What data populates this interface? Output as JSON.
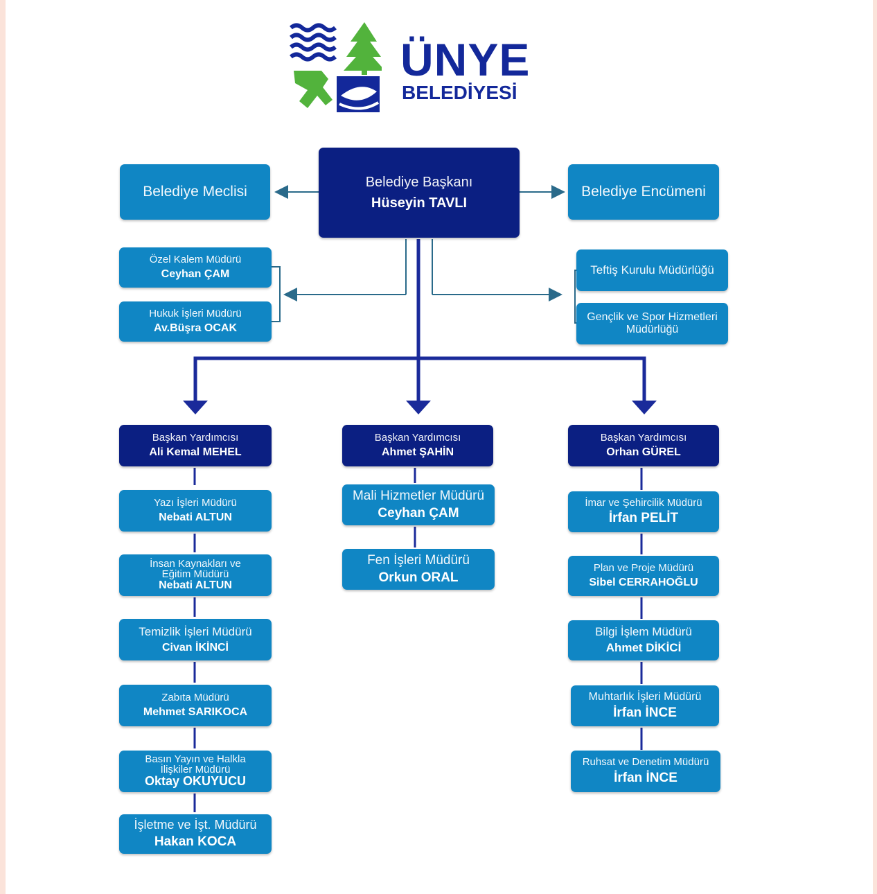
{
  "logo": {
    "name": "ÜNYE",
    "subtitle": "BELEDİYESİ"
  },
  "top": {
    "council": "Belediye Meclisi",
    "committee": "Belediye Encümeni",
    "mayor": {
      "title": "Belediye Başkanı",
      "name": "Hüseyin TAVLI"
    }
  },
  "staff_left": [
    {
      "title": "Özel Kalem Müdürü",
      "name": "Ceyhan ÇAM"
    },
    {
      "title": "Hukuk İşleri Müdürü",
      "name": "Av.Büşra OCAK"
    }
  ],
  "staff_right": [
    {
      "title": "Teftiş Kurulu Müdürlüğü"
    },
    {
      "title": "Gençlik ve Spor Hizmetleri Müdürlüğü"
    }
  ],
  "columns": [
    {
      "head": {
        "title": "Başkan Yardımcısı",
        "name": "Ali Kemal MEHEL"
      },
      "items": [
        {
          "title": "Yazı İşleri Müdürü",
          "name": "Nebati ALTUN"
        },
        {
          "title": "İnsan Kaynakları ve Eğitim Müdürü",
          "name": "Nebati ALTUN"
        },
        {
          "title": "Temizlik İşleri Müdürü",
          "name": "Civan İKİNCİ"
        },
        {
          "title": "Zabıta Müdürü",
          "name": "Mehmet SARIKOCA"
        },
        {
          "title": "Basın Yayın ve Halkla İlişkiler Müdürü",
          "name": "Oktay OKUYUCU"
        },
        {
          "title": "İşletme ve İşt. Müdürü",
          "name": "Hakan KOCA"
        }
      ]
    },
    {
      "head": {
        "title": "Başkan Yardımcısı",
        "name": "Ahmet ŞAHİN"
      },
      "items": [
        {
          "title": "Mali Hizmetler Müdürü",
          "name": "Ceyhan ÇAM"
        },
        {
          "title": "Fen İşleri Müdürü",
          "name": "Orkun ORAL"
        }
      ]
    },
    {
      "head": {
        "title": "Başkan Yardımcısı",
        "name": "Orhan GÜREL"
      },
      "items": [
        {
          "title": "İmar ve Şehircilik Müdürü",
          "name": "İrfan PELİT"
        },
        {
          "title": "Plan ve Proje Müdürü",
          "name": "Sibel CERRAHOĞLU"
        },
        {
          "title": "Bilgi İşlem Müdürü",
          "name": "Ahmet DİKİCİ"
        },
        {
          "title": "Muhtarlık İşleri Müdürü",
          "name": "İrfan İNCE"
        },
        {
          "title": "Ruhsat ve Denetim Müdürü",
          "name": "İrfan İNCE"
        }
      ]
    }
  ],
  "colors": {
    "light_box": "#1086c4",
    "dark_box": "#0b1f82",
    "connector_light": "#2a6a8a",
    "connector_dark": "#1a2a9a",
    "logo_blue": "#13289a",
    "logo_green": "#52b33c"
  }
}
